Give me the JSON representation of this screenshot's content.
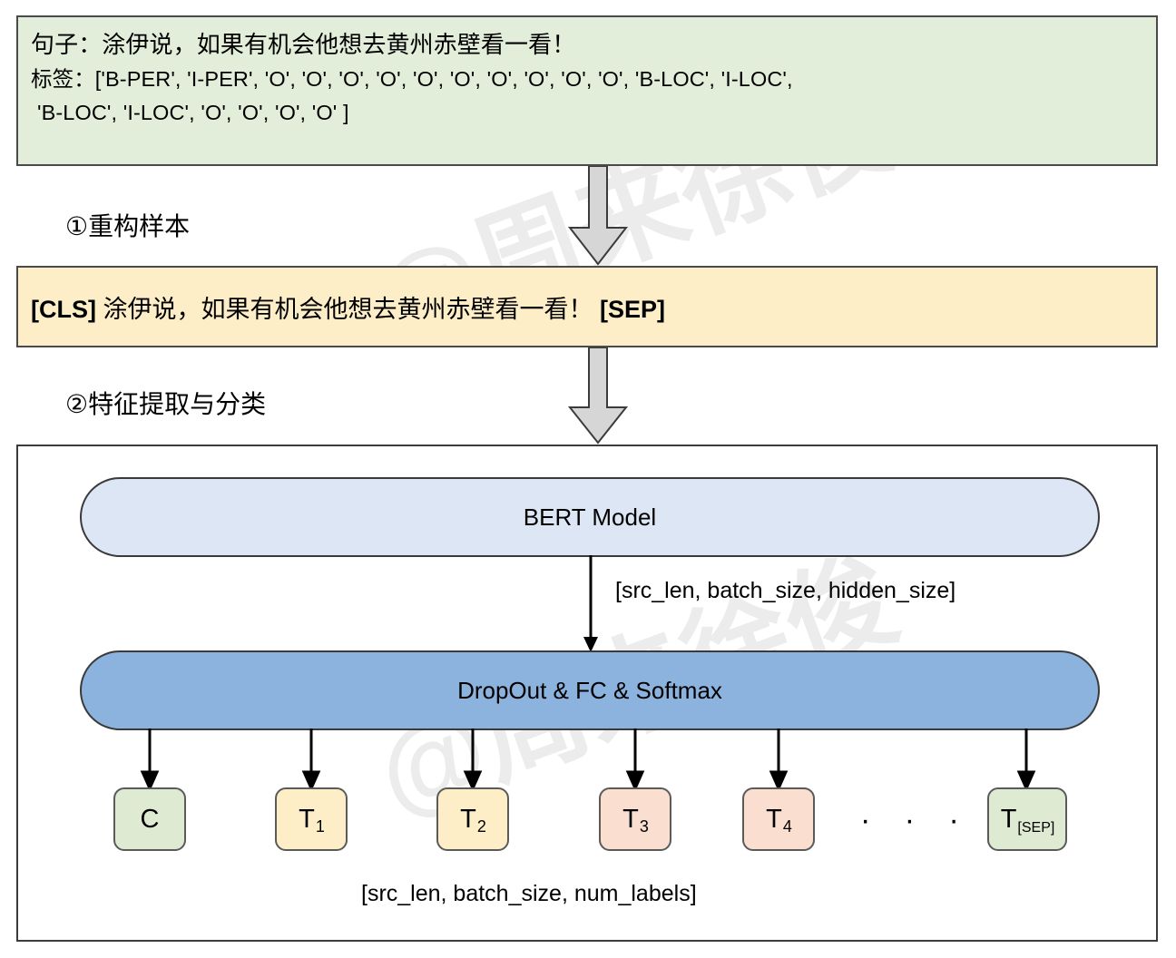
{
  "sample": {
    "sentence_line": "句子：涂伊说，如果有机会他想去黄州赤壁看一看！",
    "labels_line1": "标签：['B-PER', 'I-PER', 'O', 'O', 'O', 'O', 'O', 'O', 'O', 'O', 'O', 'O', 'B-LOC', 'I-LOC',",
    "labels_line2": "'B-LOC', 'I-LOC', 'O', 'O', 'O', 'O' ]",
    "sentence_prefix": "句子：",
    "sentence_text": "涂伊说，如果有机会他想去黄州赤壁看一看！",
    "labels_prefix": "标签：",
    "labels_list": [
      "B-PER",
      "I-PER",
      "O",
      "O",
      "O",
      "O",
      "O",
      "O",
      "O",
      "O",
      "O",
      "O",
      "B-LOC",
      "I-LOC",
      "B-LOC",
      "I-LOC",
      "O",
      "O",
      "O",
      "O"
    ]
  },
  "steps": {
    "step1": "①重构样本",
    "step2": "②特征提取与分类"
  },
  "cls_box": {
    "cls_token": "[CLS]",
    "sentence": "涂伊说，如果有机会他想去黄州赤壁看一看！",
    "sep_token": "[SEP]",
    "full_text": "[CLS] 涂伊说，如果有机会他想去黄州赤壁看一看！ [SEP]"
  },
  "model": {
    "bert_label": "BERT Model",
    "head_label": "DropOut & FC & Softmax",
    "hidden_shape": "[src_len, batch_size, hidden_size]",
    "output_shape": "[src_len, batch_size, num_labels]",
    "ellipsis": "· · · ·",
    "tokens": [
      {
        "base": "C",
        "sub": "",
        "color": "tok-green"
      },
      {
        "base": "T",
        "sub": "1",
        "color": "tok-yellow"
      },
      {
        "base": "T",
        "sub": "2",
        "color": "tok-yellow"
      },
      {
        "base": "T",
        "sub": "3",
        "color": "tok-peach"
      },
      {
        "base": "T",
        "sub": "4",
        "color": "tok-peach"
      },
      {
        "base": "T",
        "sub": "[SEP]",
        "color": "tok-green"
      }
    ]
  },
  "watermark": {
    "text1": "@周来徐俊",
    "text2": "@周来徐俊"
  },
  "colors": {
    "sample_box_bg": "#e2eed9",
    "cls_box_bg": "#fdeec8",
    "bert_pill_bg": "#dce6f5",
    "head_pill_bg": "#8bb3de",
    "token_green": "#dfead3",
    "token_yellow": "#fdeec8",
    "token_peach": "#fadfd0",
    "arrow_fill": "#d6d6d6",
    "border": "#3b3b3b"
  }
}
